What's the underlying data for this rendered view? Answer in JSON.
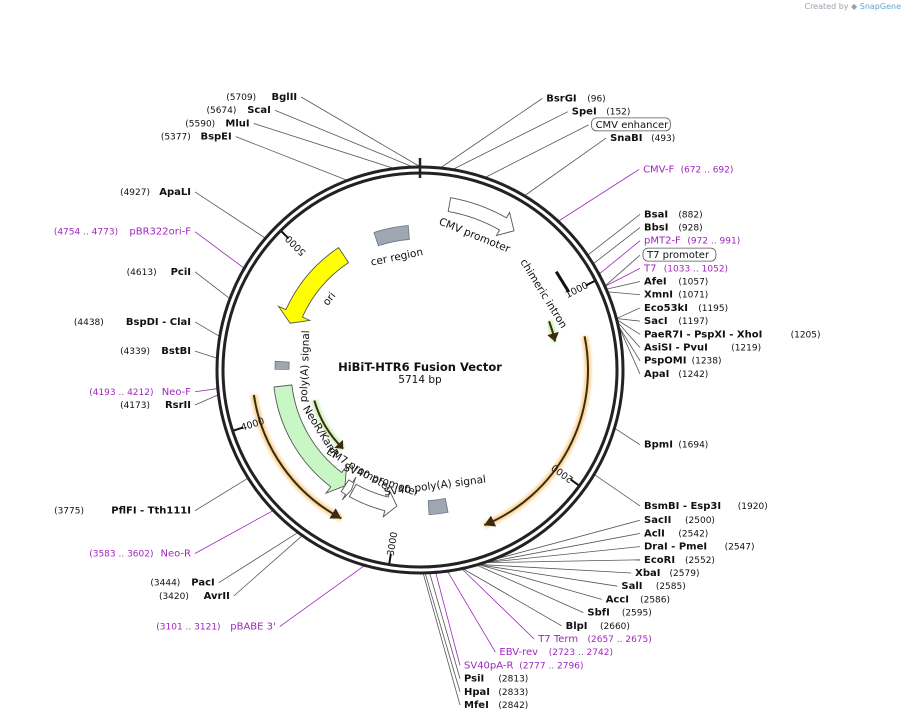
{
  "branding": {
    "created_by": "Created by",
    "brand": "SnapGene"
  },
  "plasmid": {
    "name": "HiBiT-HTR6 Fusion Vector",
    "length_label": "5714 bp",
    "length": 5714
  },
  "tick_labels": [
    {
      "pos": 1000,
      "label": "1000"
    },
    {
      "pos": 2000,
      "label": "2000"
    },
    {
      "pos": 3000,
      "label": "3000"
    },
    {
      "pos": 4000,
      "label": "4000"
    },
    {
      "pos": 5000,
      "label": "5000"
    }
  ],
  "features": [
    {
      "id": "cmv-promoter",
      "name": "CMV promoter",
      "start": 160,
      "end": 540,
      "kind": "promoter",
      "dir": 1,
      "color": "#ffffff",
      "ring": "outer"
    },
    {
      "id": "chimeric-intron",
      "name": "chimeric intron",
      "start": 860,
      "end": 990,
      "kind": "intron",
      "dir": 1,
      "color": "#ffffff",
      "ring": "outer"
    },
    {
      "id": "htr6-orf",
      "name": "",
      "start": 1245,
      "end": 2500,
      "kind": "orf",
      "dir": 1,
      "color": "#f5a623",
      "ring": "outer"
    },
    {
      "id": "hibit-orf",
      "name": "",
      "start": 1100,
      "end": 1240,
      "kind": "orf-small",
      "dir": 1,
      "color": "#97e36b",
      "ring": "inner"
    },
    {
      "id": "sv40-polya",
      "name": "SV40 poly(A) signal",
      "start": 2680,
      "end": 2800,
      "kind": "box",
      "dir": 0,
      "color": "#9ea7b2",
      "ring": "inner"
    },
    {
      "id": "sv40-promoter",
      "name": "SV40 promoter",
      "start": 3010,
      "end": 3320,
      "kind": "promoter",
      "dir": -1,
      "color": "#ffffff",
      "ring": "inner"
    },
    {
      "id": "em7-promoter",
      "name": "EM7 promoter",
      "start": 3330,
      "end": 3380,
      "kind": "promoter",
      "dir": -1,
      "color": "#ffffff",
      "ring": "inner"
    },
    {
      "id": "neor-kanr",
      "name": "NeoR/KanR",
      "start": 3380,
      "end": 4180,
      "kind": "resistance",
      "dir": -1,
      "color": "#c8f7c5",
      "ring": "inner"
    },
    {
      "id": "polya-signal",
      "name": "poly(A) signal",
      "start": 4290,
      "end": 4340,
      "kind": "box",
      "dir": 0,
      "color": "#9ea7b2",
      "ring": "inner"
    },
    {
      "id": "neo-orf-1",
      "name": "",
      "start": 3300,
      "end": 4150,
      "kind": "orf",
      "dir": -1,
      "color": "#f5a623",
      "ring": "outer"
    },
    {
      "id": "neo-orf-2",
      "name": "",
      "start": 3560,
      "end": 4030,
      "kind": "orf-small",
      "dir": -1,
      "color": "#97e36b",
      "ring": "inner2"
    },
    {
      "id": "ori",
      "name": "ori",
      "start": 4600,
      "end": 5180,
      "kind": "ori",
      "dir": -1,
      "color": "#ffff00",
      "ring": "inner"
    },
    {
      "id": "cer-region",
      "name": "cer region",
      "start": 5420,
      "end": 5640,
      "kind": "box",
      "dir": 0,
      "color": "#9ea7b2",
      "ring": "inner"
    }
  ],
  "feature_labels": [
    {
      "feature": "cer-region",
      "text": "cer region"
    },
    {
      "feature": "cmv-promoter",
      "text": "CMV promoter"
    },
    {
      "feature": "chimeric-intron",
      "text": "chimeric intron"
    },
    {
      "feature": "sv40-polya",
      "text": "SV40 poly(A) signal"
    },
    {
      "feature": "sv40-promoter",
      "text": "SV40 promoter"
    },
    {
      "feature": "em7-promoter",
      "text": "EM7 promoter"
    },
    {
      "feature": "neor-kanr",
      "text": "NeoR/KanR"
    },
    {
      "feature": "polya-signal",
      "text": "poly(A) signal"
    },
    {
      "feature": "ori",
      "text": "ori"
    }
  ],
  "boxed_labels": [
    {
      "text": "CMV enhancer",
      "pos": 300
    },
    {
      "text": "T7 promoter",
      "pos": 1040
    }
  ],
  "primers": [
    {
      "name": "CMV-F",
      "pos_label": "(672 .. 692)",
      "pos": 682
    },
    {
      "name": "pMT2-F",
      "pos_label": "(972 .. 991)",
      "pos": 981
    },
    {
      "name": "T7",
      "pos_label": "(1033 .. 1052)",
      "pos": 1042
    },
    {
      "name": "T7 Term",
      "pos_label": "(2657 .. 2675)",
      "pos": 2666
    },
    {
      "name": "EBV-rev",
      "pos_label": "(2723 .. 2742)",
      "pos": 2732
    },
    {
      "name": "SV40pA-R",
      "pos_label": "(2777 .. 2796)",
      "pos": 2786
    },
    {
      "name": "pBABE 3'",
      "pos_label": "(3101 .. 3121)",
      "pos": 3111
    },
    {
      "name": "Neo-R",
      "pos_label": "(3583 .. 3602)",
      "pos": 3592
    },
    {
      "name": "Neo-F",
      "pos_label": "(4193 .. 4212)",
      "pos": 4202
    },
    {
      "name": "pBR322ori-F",
      "pos_label": "(4754 .. 4773)",
      "pos": 4763
    }
  ],
  "sites": [
    {
      "name": "BsrGI",
      "pos_label": "(96)",
      "pos": 96
    },
    {
      "name": "SpeI",
      "pos_label": "(152)",
      "pos": 152
    },
    {
      "name": "SnaBI",
      "pos_label": "(493)",
      "pos": 493
    },
    {
      "name": "BsaI",
      "pos_label": "(882)",
      "pos": 882
    },
    {
      "name": "BbsI",
      "pos_label": "(928)",
      "pos": 928
    },
    {
      "name": "AfeI",
      "pos_label": "(1057)",
      "pos": 1057
    },
    {
      "name": "XmnI",
      "pos_label": "(1071)",
      "pos": 1071
    },
    {
      "name": "Eco53kI",
      "pos_label": "(1195)",
      "pos": 1195
    },
    {
      "name": "SacI",
      "pos_label": "(1197)",
      "pos": 1197
    },
    {
      "name": "PaeR7I - PspXI - XhoI",
      "pos_label": "(1205)",
      "pos": 1205
    },
    {
      "name": "AsiSI - PvuI",
      "pos_label": "(1219)",
      "pos": 1219
    },
    {
      "name": "PspOMI",
      "pos_label": "(1238)",
      "pos": 1238
    },
    {
      "name": "ApaI",
      "pos_label": "(1242)",
      "pos": 1242
    },
    {
      "name": "BpmI",
      "pos_label": "(1694)",
      "pos": 1694
    },
    {
      "name": "BsmBI - Esp3I",
      "pos_label": "(1920)",
      "pos": 1920
    },
    {
      "name": "SacII",
      "pos_label": "(2500)",
      "pos": 2500
    },
    {
      "name": "AclI",
      "pos_label": "(2542)",
      "pos": 2542
    },
    {
      "name": "DraI - PmeI",
      "pos_label": "(2547)",
      "pos": 2547
    },
    {
      "name": "EcoRI",
      "pos_label": "(2552)",
      "pos": 2552
    },
    {
      "name": "XbaI",
      "pos_label": "(2579)",
      "pos": 2579
    },
    {
      "name": "SalI",
      "pos_label": "(2585)",
      "pos": 2585
    },
    {
      "name": "AccI",
      "pos_label": "(2586)",
      "pos": 2586
    },
    {
      "name": "SbfI",
      "pos_label": "(2595)",
      "pos": 2595
    },
    {
      "name": "BlpI",
      "pos_label": "(2660)",
      "pos": 2660
    },
    {
      "name": "PsiI",
      "pos_label": "(2813)",
      "pos": 2813
    },
    {
      "name": "HpaI",
      "pos_label": "(2833)",
      "pos": 2833
    },
    {
      "name": "MfeI",
      "pos_label": "(2842)",
      "pos": 2842
    },
    {
      "name": "AvrII",
      "pos_label": "(3420)",
      "pos": 3420
    },
    {
      "name": "PacI",
      "pos_label": "(3444)",
      "pos": 3444
    },
    {
      "name": "PflFI - Tth111I",
      "pos_label": "(3775)",
      "pos": 3775
    },
    {
      "name": "RsrII",
      "pos_label": "(4173)",
      "pos": 4173
    },
    {
      "name": "BstBI",
      "pos_label": "(4339)",
      "pos": 4339
    },
    {
      "name": "BspDI - ClaI",
      "pos_label": "(4438)",
      "pos": 4438
    },
    {
      "name": "PciI",
      "pos_label": "(4613)",
      "pos": 4613
    },
    {
      "name": "ApaLI",
      "pos_label": "(4927)",
      "pos": 4927
    },
    {
      "name": "BspEI",
      "pos_label": "(5377)",
      "pos": 5377
    },
    {
      "name": "MluI",
      "pos_label": "(5590)",
      "pos": 5590
    },
    {
      "name": "ScaI",
      "pos_label": "(5674)",
      "pos": 5674
    },
    {
      "name": "BglII",
      "pos_label": "(5709)",
      "pos": 5709
    }
  ]
}
